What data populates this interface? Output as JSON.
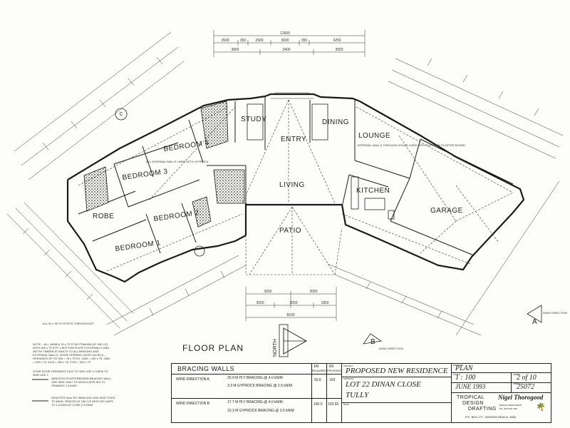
{
  "title": "FLOOR PLAN",
  "north_label": "NORTH",
  "rooms": {
    "study": "STUDY",
    "dining": "DINING",
    "entry": "ENTRY",
    "lounge": "LOUNGE",
    "bedroom4": "BEDROOM 4",
    "bedroom3": "BEDROOM 3",
    "living": "LIVING",
    "kitchen": "KITCHEN",
    "robe": "ROBE",
    "bedroom2": "BEDROOM 2",
    "bedroom1": "BEDROOM 1",
    "patio": "PATIO",
    "garage": "GARAGE"
  },
  "markers": {
    "a": "A",
    "b": "B",
    "c": "C",
    "wind": "WIND DIRECTION"
  },
  "dims_top": {
    "overall": "12600",
    "segments": [
      "3500",
      "350",
      "2900",
      "3600",
      "350",
      "4250"
    ],
    "lower": [
      "3800",
      "3400",
      "3550"
    ]
  },
  "dims_center": {
    "overall": "8100",
    "segments": [
      "3050",
      "3050",
      "1850"
    ],
    "upper": [
      "3650",
      "3650"
    ]
  },
  "plan_notes": {
    "internal_walls_left": "ALL INTERNAL WALLS LINED WITH GYPROCK",
    "internal_walls_right": "INTERNAL WALLS THROUGH HOUSE LINED WITH GYPROCK PLASTER BOARD",
    "posts": "ALL 90 x 90 FH POSTS THROUGHOUT"
  },
  "notes": {
    "general": "NOTE :- ALL JAMB & 75 x 70 STUD FRAMING AT 450 C/S WITH 600 x 75 STP. 1 BOTTOM PLATE EXTERNALLY AND 450 PH TIMBER AT 600C/S TO ALL BRACING AND EXTERNAL WALLS. DOOR OPENING SIZES LINTELS :- OPENINGS UP TO 900 = 75 x 75 FH, 1500 = 150 x 75, 1800 = 200 x 75, 2100 = 250 x 75, 2700 = 300 x 75",
    "stair": "STAIR DOOR OPENINGS 2400 TO 3000 USE 2 CHEM TO 3000 USE 2",
    "legend1": "DENOTES PLASTERBOARD BRACING WALL USE SIDE ONLY TO WHICH APPLIES TO FRAMING 2.5 kN/M",
    "legend2": "DENOTES 9mm PLY BRACING USE SIDE FIXED TO MAIN, SPACED AT 150 C/S WITH NO GAPS TO 1.5 kN/M AT CORE 2.5 kN/M"
  },
  "bracing": {
    "heading": "BRACING WALLS",
    "col_required": "REQUIRED",
    "col_provided": "PROVIDED",
    "col_kn": "kN",
    "rows": [
      {
        "label": "WIND DIRECTION A",
        "line1": "20.9 M PLY BRACING @ 4.0 kN/M",
        "line2": "3.3 M GYPROCK BRACING @ 2.5 kN/M",
        "required": "93.6",
        "provided": "103"
      },
      {
        "label": "WIND DIRECTION B",
        "line1": "17.7 M PLY BRACING @ 4.0 kN/M",
        "line2": "10.3 M GYPROCK BRACING @ 2.5 kN/M",
        "required": "100.0",
        "provided": "103.55"
      }
    ]
  },
  "project": {
    "label_project": "PROJECT",
    "project": "PROPOSED NEW RESIDENCE",
    "label_address": "ADDRESS",
    "lot": "LOT 22 DINAN CLOSE",
    "suburb": "TULLY",
    "label_date": "DATE"
  },
  "sheet": {
    "label_drawing": "DRAWING",
    "drawing": "PLAN",
    "label_scale": "SCALE",
    "scale": "1 : 100",
    "label_sheet": "SHEET",
    "sheet": "2 of 10",
    "date": "JUNE 1993",
    "label_job": "JOB No",
    "job": "25072"
  },
  "company": {
    "name_line1": "TROPICAL",
    "name_line2": "DESIGN",
    "name_line3": "DRAFTING",
    "signature": "Nigel Thorogood",
    "sub1": "DESIGN DRAFTSMAN",
    "sub2": "PH. (070) 687 488",
    "address": "P.O. BOX 177 , MISSION BEACH, 4852"
  }
}
